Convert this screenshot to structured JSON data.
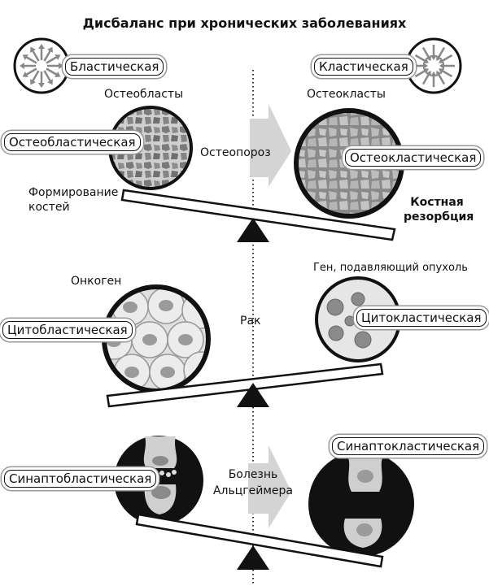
{
  "title": "Дисбаланс при хронических заболеваниях",
  "legend": {
    "blastic": "Бластическая",
    "clastic": "Кластическая"
  },
  "rows": [
    {
      "left_caption": "Остеобласты",
      "right_caption": "Остеокласты",
      "left_pill": "Остеобластическая",
      "right_pill": "Остеокластическая",
      "disease": "Остеопороз",
      "left_note": "Формирование костей",
      "right_note": "Костная резорбция"
    },
    {
      "left_caption": "Онкоген",
      "right_caption": "Ген, подавляющий опухоль",
      "left_pill": "Цитобластическая",
      "right_pill": "Цитокластическая",
      "disease": "Рак"
    },
    {
      "left_pill": "Синаптобластическая",
      "right_pill": "Синаптокластическая",
      "disease": "Болезнь Альцгеймера"
    }
  ],
  "colors": {
    "ink": "#111111",
    "arrow_gray": "#c8c8c8",
    "tissue_gray": "#9a9a9a"
  }
}
